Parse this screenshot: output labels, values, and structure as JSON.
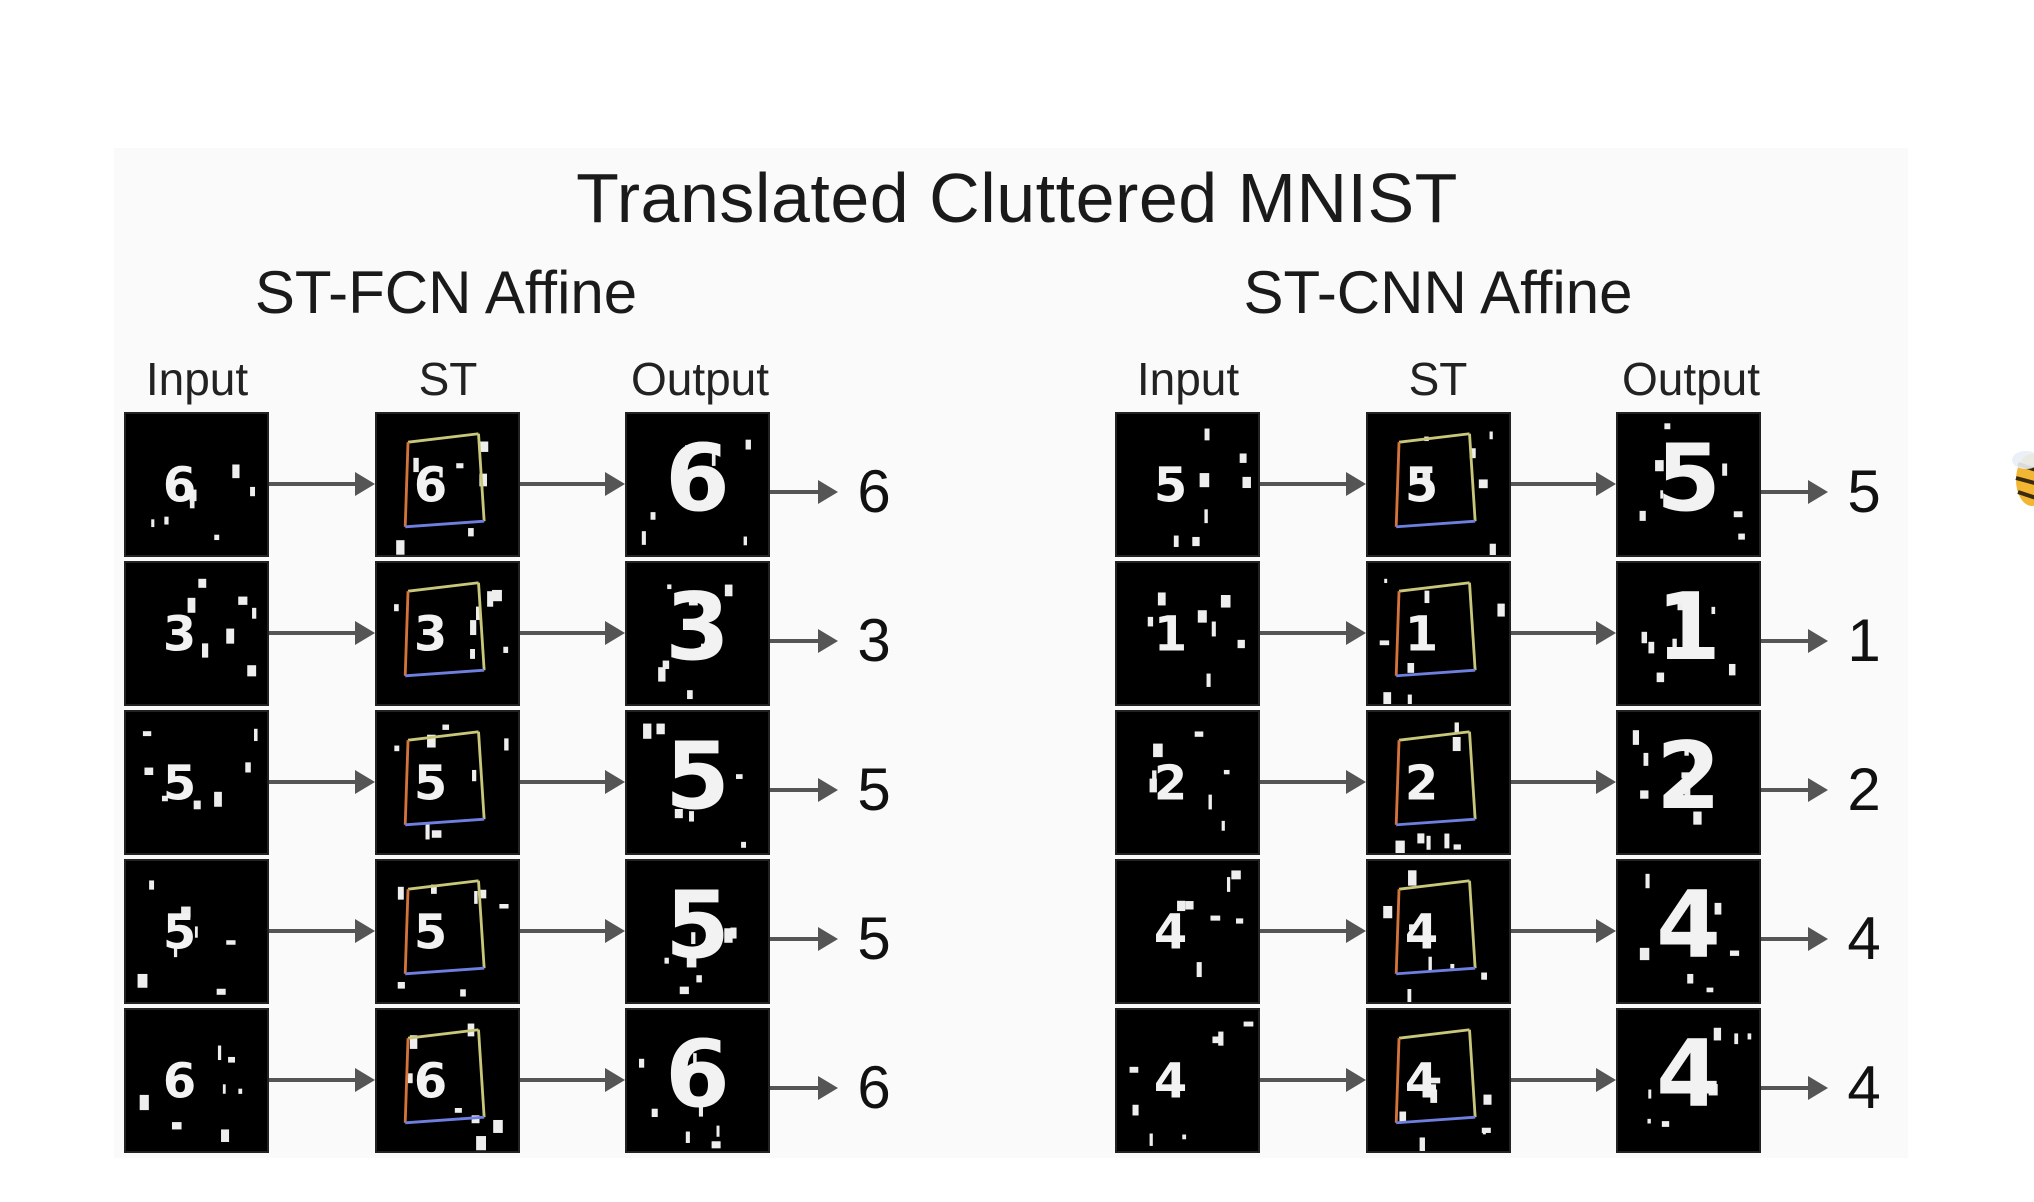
{
  "title": "Translated Cluttered MNIST",
  "panels": [
    {
      "name": "ST-FCN Affine",
      "columns": [
        "Input",
        "ST",
        "Output"
      ],
      "rows": [
        {
          "digit": "6",
          "result": "6"
        },
        {
          "digit": "3",
          "result": "3"
        },
        {
          "digit": "5",
          "result": "5"
        },
        {
          "digit": "5",
          "result": "5"
        },
        {
          "digit": "6",
          "result": "6"
        }
      ]
    },
    {
      "name": "ST-CNN Affine",
      "columns": [
        "Input",
        "ST",
        "Output"
      ],
      "rows": [
        {
          "digit": "5",
          "result": "5"
        },
        {
          "digit": "1",
          "result": "1"
        },
        {
          "digit": "2",
          "result": "2"
        },
        {
          "digit": "4",
          "result": "4"
        },
        {
          "digit": "4",
          "result": "4"
        }
      ]
    }
  ],
  "colors": {
    "box_top": "#c8c77a",
    "box_left": "#d4743a",
    "box_bottom": "#6f7fe0",
    "box_right": "#c8c77a",
    "arrow": "#555555"
  },
  "icons": [
    "right-arrow-icon",
    "bee-icon"
  ]
}
